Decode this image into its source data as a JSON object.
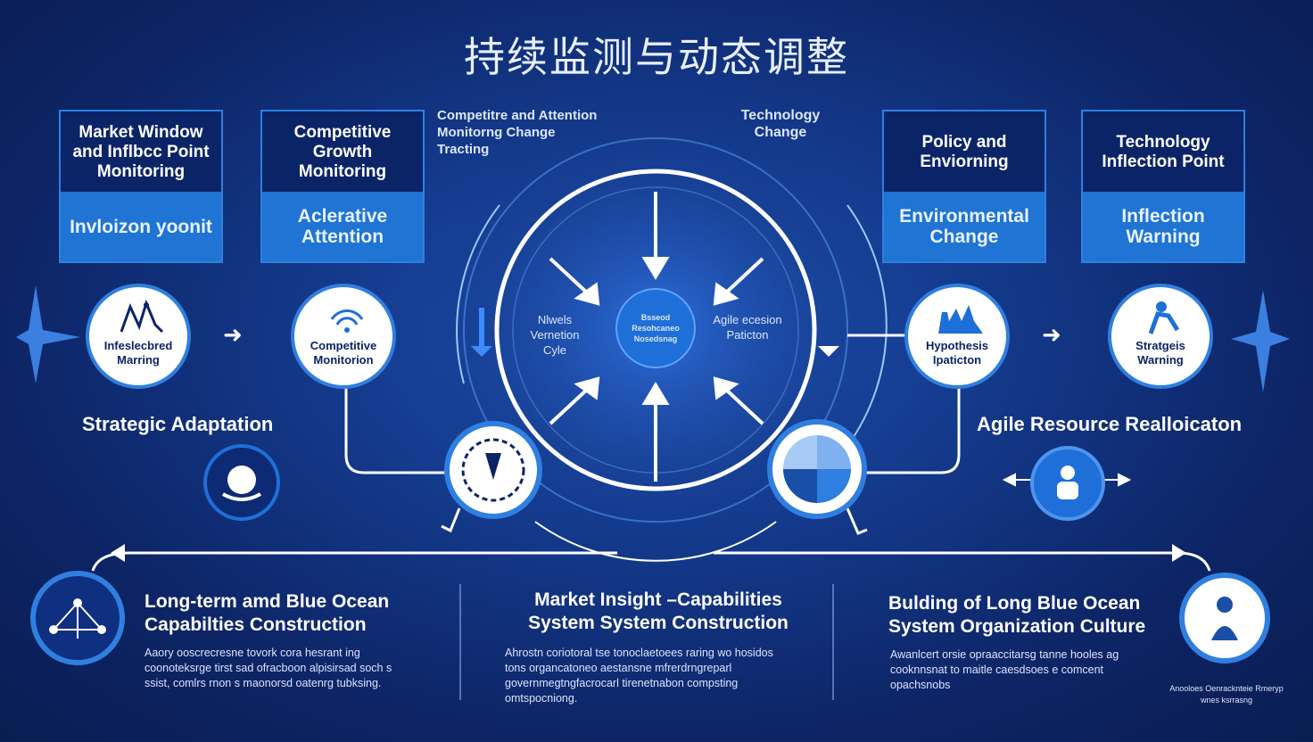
{
  "title": "持续监测与动态调整",
  "cards": [
    {
      "top": "Market Window and Inflbcc Point Monitoring",
      "bottom": "Invloizon yoonit"
    },
    {
      "top": "Competitive Growth Monitoring",
      "bottom": "Aclerative Attention"
    },
    {
      "top": "Policy and Enviorning",
      "bottom": "Environmental Change"
    },
    {
      "top": "Technology Inflection Point",
      "bottom": "Inflection Warning"
    }
  ],
  "circles": [
    {
      "label": "Infeslecbred Marring",
      "icon": "pulse-chart-icon"
    },
    {
      "label": "Competitive Monitorion",
      "icon": "wifi-signal-icon"
    },
    {
      "label": "Hypothesis Ipaticton",
      "icon": "factory-icon"
    },
    {
      "label": "Stratgeis Warning",
      "icon": "figure-icon"
    }
  ],
  "floating": {
    "competitive": "Competitre and Attention Monitorng Change Tracting",
    "technology": "Technology Change",
    "left_inner": "Nlwels Vernetion Cyle",
    "center": "Bsseod Resohcaneo Nosedsnag",
    "right_inner": "Agile ecesion Paticton"
  },
  "sections": {
    "left": "Strategic Adaptation",
    "right": "Agile Resource Realloicaton"
  },
  "bottom": [
    {
      "title": "Long-term amd Blue Ocean Capabilties Construction",
      "body": "Aaory ooscrecresne tovork cora hesrant ing coonoteksrge tirst sad ofracboon alpisirsad soch s ssist, comlrs rnon s maonorsd oatenrg tubksing."
    },
    {
      "title": "Market Insight –Capabilities System System Construction",
      "body": "Ahrostn coriotoral tse tonoclaetoees raring wo hosidos tons organcatoneo aestansne mfrerdrngreparl governmegtngfacrocarl tirenetnabon compsting omtspocniong."
    },
    {
      "title": "Bulding of Long Blue Ocean System Organization Culture",
      "body": "Awanlcert orsie opraaccitarsg tanne hooles ag cooknnsnat to maitle caesdsoes e comcent opachsnobs"
    }
  ],
  "corner_text": "Anooloes Oenracknteie Rmeryp wnes ksrrasng",
  "icons": {
    "left_nodes": "gear-figure-icon",
    "right_nodes": "pie-chart-icon",
    "left_section": "hands-icon",
    "right_section": "person-icon",
    "bottom_left": "network-icon",
    "bottom_right": "statue-icon",
    "left_edge": "star-icon",
    "right_edge": "star-icon"
  },
  "colors": {
    "accent": "#2f7fe0",
    "card_bottom": "#1f74d4",
    "card_top": "#0b2468"
  }
}
